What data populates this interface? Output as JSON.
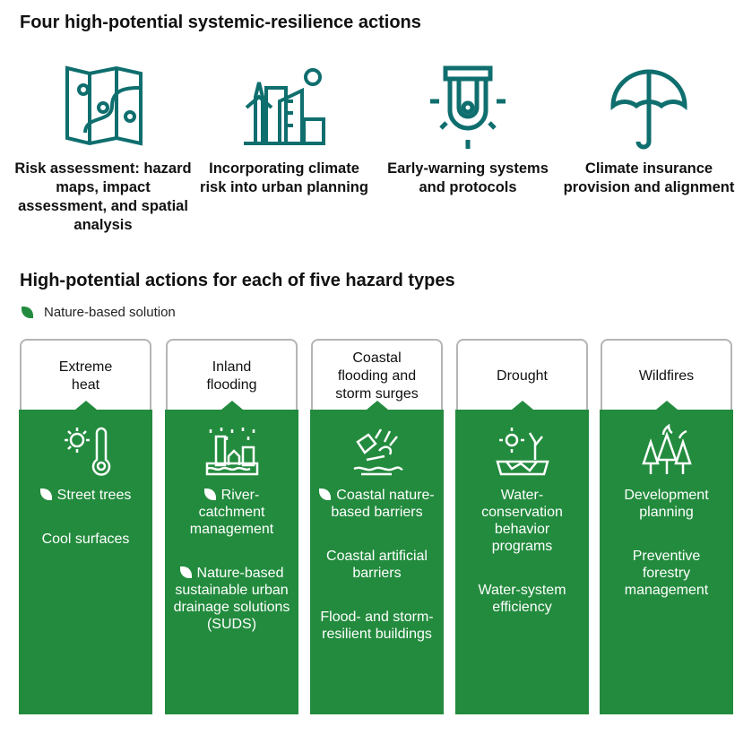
{
  "title": "Four high-potential systemic-resilience actions",
  "actions": [
    {
      "label": "Risk assessment: hazard maps, impact assessment, and spatial analysis",
      "icon": "map-icon"
    },
    {
      "label": "Incorporating climate risk into urban planning",
      "icon": "city-planning-icon"
    },
    {
      "label": "Early-warning systems and protocols",
      "icon": "alarm-icon"
    },
    {
      "label": "Climate insurance provision and alignment",
      "icon": "umbrella-icon"
    }
  ],
  "subtitle": "High-potential actions for each of five hazard types",
  "legend": "Nature-based solution",
  "colors": {
    "teal": "#0f6e6e",
    "green": "#238b3e"
  },
  "hazards": [
    {
      "name": "Extreme heat",
      "items": [
        {
          "t": "Street trees",
          "nbs": true
        },
        {
          "t": "Cool surfaces",
          "nbs": false
        }
      ]
    },
    {
      "name": "Inland flooding",
      "items": [
        {
          "t": "River-catchment management",
          "nbs": true
        },
        {
          "t": "Nature-based sustainable urban drainage solutions (SUDS)",
          "nbs": true
        }
      ]
    },
    {
      "name": "Coastal flooding and storm surges",
      "items": [
        {
          "t": "Coastal nature-based barriers",
          "nbs": true
        },
        {
          "t": "Coastal artificial barriers",
          "nbs": false
        },
        {
          "t": "Flood- and storm-resilient buildings",
          "nbs": false
        }
      ]
    },
    {
      "name": "Drought",
      "items": [
        {
          "t": "Water-conservation behavior programs",
          "nbs": false
        },
        {
          "t": "Water-system efficiency",
          "nbs": false
        }
      ]
    },
    {
      "name": "Wildfires",
      "items": [
        {
          "t": "Development planning",
          "nbs": false
        },
        {
          "t": "Preventive forestry management",
          "nbs": false
        }
      ]
    }
  ]
}
